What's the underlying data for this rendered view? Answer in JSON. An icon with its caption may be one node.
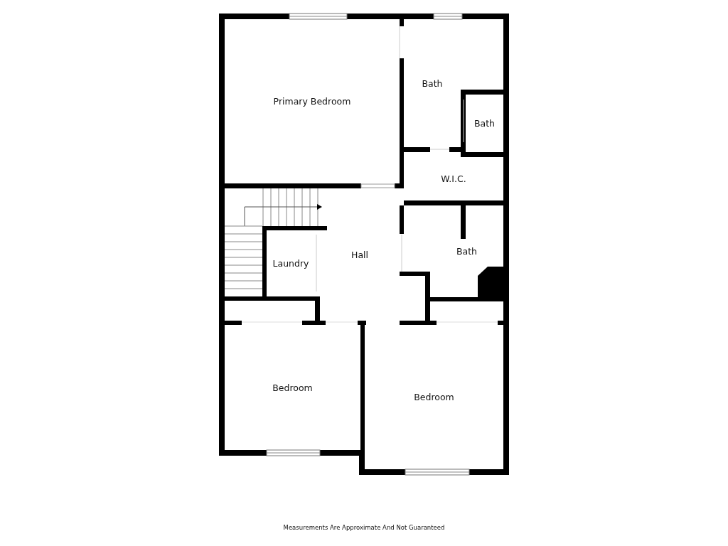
{
  "diagram": {
    "nodes": [
      {
        "text": [
          "Primary Bedroom"
        ]
      },
      {
        "text": [
          "Bath"
        ]
      },
      {
        "text": [
          "Bath"
        ]
      },
      {
        "text": [
          "W.I.C."
        ]
      },
      {
        "text": [
          "Laundry"
        ]
      },
      {
        "text": [
          "Hall"
        ]
      },
      {
        "text": [
          "Bath"
        ]
      },
      {
        "text": [
          "Bedroom"
        ]
      },
      {
        "text": [
          "Bedroom"
        ]
      }
    ],
    "labels": [
      "Measurements Are Approximate And Not Guaranteed"
    ]
  }
}
